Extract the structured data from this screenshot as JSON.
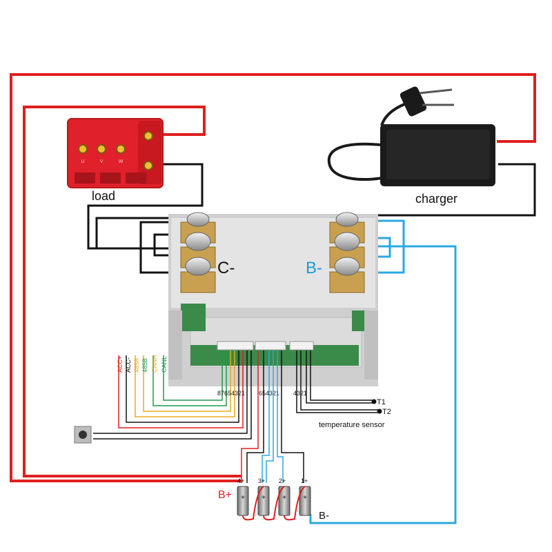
{
  "labels": {
    "load": "load",
    "charger": "charger",
    "c_minus": "C-",
    "b_minus_terminal": "B-",
    "b_plus": "B+",
    "b_minus_cell": "B-",
    "t1": "T1",
    "t2": "T2",
    "temperature_sensor": "temperature sensor",
    "acc_plus": "ACC+",
    "acc_minus": "ACC-",
    "rs485a": "485A",
    "rs485b": "485B",
    "canh": "CANH",
    "canl": "CANL",
    "conn1_pins": "87654321",
    "conn2_pins": "654321",
    "conn3_pins": "4321",
    "cell4": "4+",
    "cell3": "3+",
    "cell2": "2+",
    "cell1": "1+",
    "motor_u": "U",
    "motor_v": "V",
    "motor_w": "W"
  },
  "colors": {
    "red_wire": "#e01e1e",
    "black_wire": "#111111",
    "blue_wire": "#2aa8e0",
    "yellow_wire": "#e8a823",
    "green_wire": "#1e9a4a",
    "load_box": "#e0202a",
    "board": "#d6d6d6",
    "pcb_green": "#3a8a4a",
    "cb_minus_blue": "#1e9ad8"
  }
}
